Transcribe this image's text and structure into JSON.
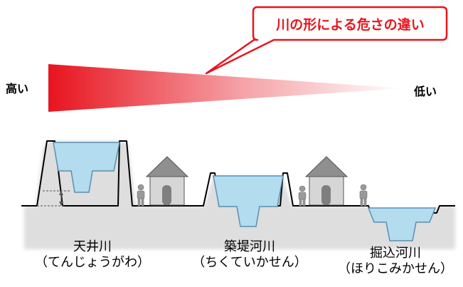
{
  "callout": {
    "text": "川の形による危さの違い"
  },
  "scale": {
    "high_label": "高い",
    "low_label": "低い"
  },
  "rivers": [
    {
      "name": "天井川",
      "reading": "（てんじょうがわ）"
    },
    {
      "name": "築堤河川",
      "reading": "（ちくていかせん）"
    },
    {
      "name": "掘込河川",
      "reading": "（ほりこみかせん）"
    }
  ],
  "colors": {
    "danger": "#e8141e",
    "water": "#b3dcef",
    "water_edge": "#5a8fb0",
    "house_roof": "#8f8f8f",
    "house_wall": "#d6d6d6",
    "person": "#9a9a9a"
  }
}
